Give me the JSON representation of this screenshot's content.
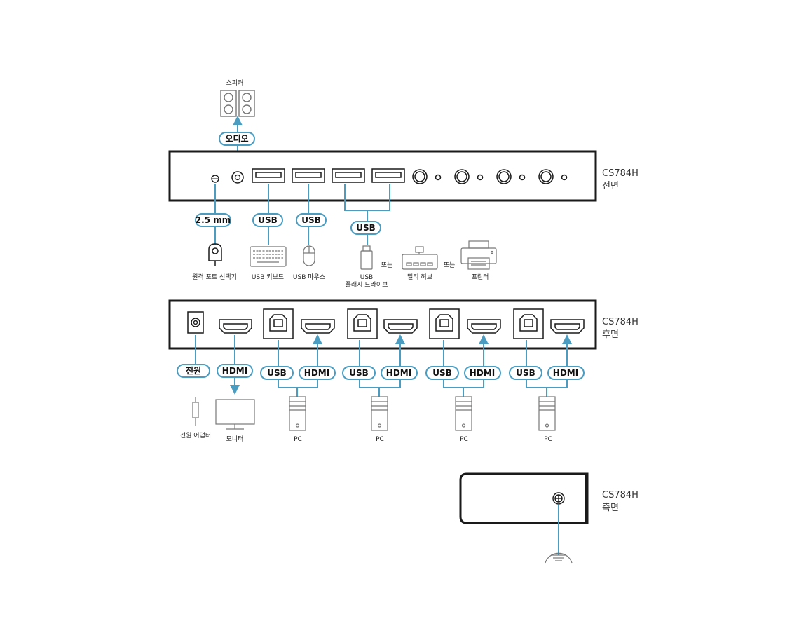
{
  "colors": {
    "line": "#4a9cc0",
    "box": "#1a1a1a",
    "device": "#777777"
  },
  "front": {
    "model": "CS784H",
    "view": "전면",
    "speaker_caption": "스피커",
    "audio_label": "오디오",
    "remote_label": "2.5 mm",
    "remote_caption": "원격 포트 선택기",
    "usb_label": "USB",
    "keyboard_caption": "USB 키보드",
    "mouse_caption": "USB 마우스",
    "flash_caption_1": "USB",
    "flash_caption_2": "플래시 드라이브",
    "or_text": "또는",
    "hub_caption": "멀티 허브",
    "printer_caption": "프린터"
  },
  "rear": {
    "model": "CS784H",
    "view": "후면",
    "power_label": "전원",
    "hdmi_label": "HDMI",
    "usb_label": "USB",
    "adapter_caption": "전원 어댑터",
    "monitor_caption": "모니터",
    "pc_caption": "PC"
  },
  "side": {
    "model": "CS784H",
    "view": "측면"
  }
}
